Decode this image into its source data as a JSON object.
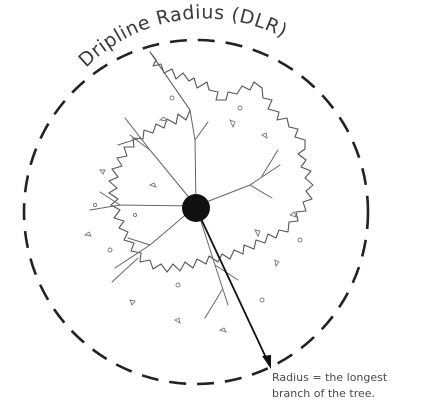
{
  "diagram": {
    "title": "Dripline Radius (DLR)",
    "caption_line1": "Radius = the longest",
    "caption_line2": "branch of the tree."
  }
}
